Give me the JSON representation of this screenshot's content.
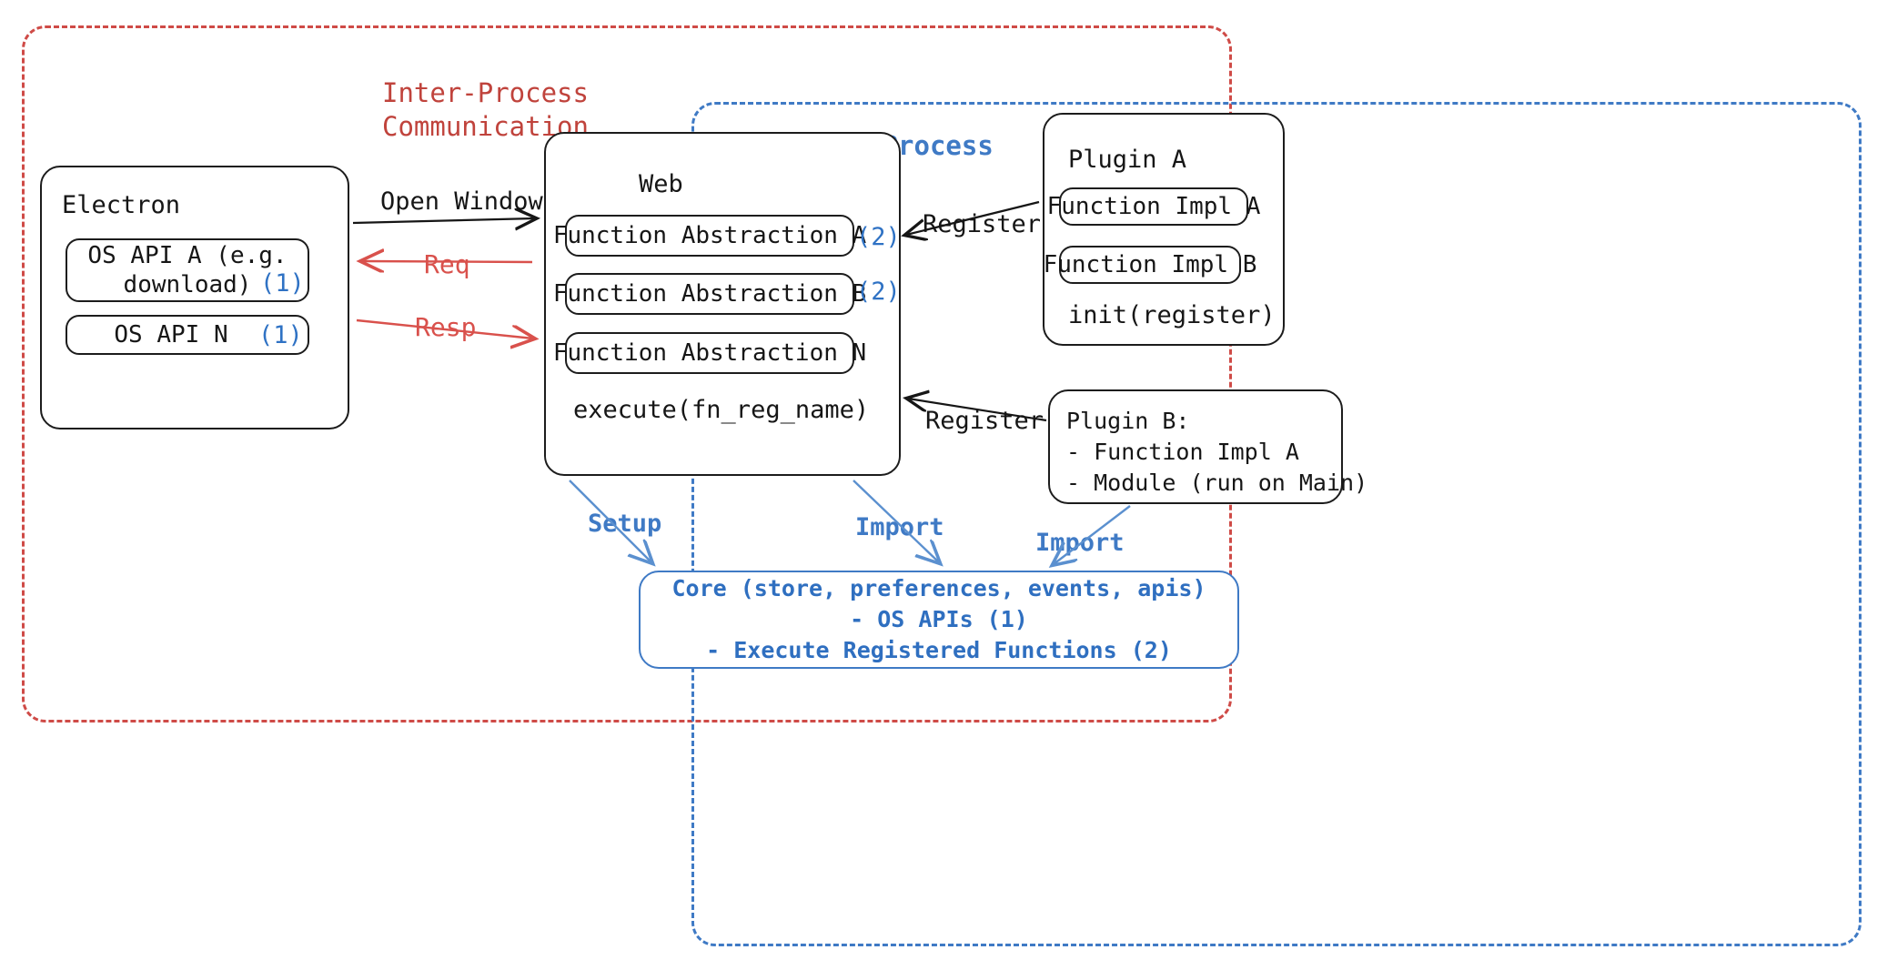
{
  "regions": {
    "ipc": {
      "label": "Inter-Process\nCommunication",
      "color": "#c0433c"
    },
    "rendering": {
      "label": "Rendering Process",
      "color": "#3f7ac5"
    }
  },
  "electron": {
    "title": "Electron",
    "items": [
      {
        "text": "OS API A (e.g.\ndownload)",
        "marker": "(1)"
      },
      {
        "text": "OS API N",
        "marker": "(1)"
      }
    ]
  },
  "web": {
    "title": "Web",
    "abstractions": [
      {
        "text": "Function Abstraction A",
        "marker": "(2)"
      },
      {
        "text": "Function Abstraction B",
        "marker": "(2)"
      },
      {
        "text": "Function Abstraction N",
        "marker": ""
      }
    ],
    "execute": "execute(fn_reg_name)"
  },
  "plugin_a": {
    "title": "Plugin A",
    "items": [
      "Function Impl A",
      "Function Impl B"
    ],
    "init": "init(register)"
  },
  "plugin_b": {
    "text": "Plugin B:\n- Function Impl A\n- Module (run on Main)"
  },
  "core": {
    "text": "Core (store, preferences, events, apis)\n- OS APIs (1)\n- Execute Registered Functions (2)",
    "color": "#2f6fc0"
  },
  "arrows": {
    "open_window": "Open Window",
    "req": "Req",
    "resp": "Resp",
    "register_plugin_a": "Register",
    "register_plugin_b": "Register",
    "setup": "Setup",
    "import_web": "Import",
    "import_plugin_b": "Import"
  },
  "colors": {
    "red": "#d9514c",
    "blue": "#3f7ac5",
    "black": "#161616",
    "marker_blue": "#2f72c4"
  }
}
